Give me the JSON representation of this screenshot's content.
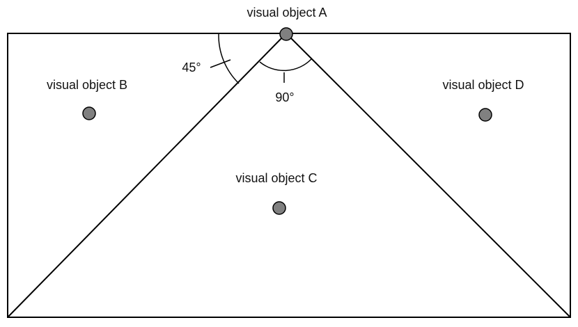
{
  "objects": {
    "a": {
      "label": "visual object A"
    },
    "b": {
      "label": "visual object B"
    },
    "c": {
      "label": "visual object C"
    },
    "d": {
      "label": "visual object D"
    }
  },
  "angles": {
    "half_angle": "45°",
    "full_angle": "90°"
  },
  "colors": {
    "object_fill": "#808080",
    "stroke": "#000000"
  }
}
